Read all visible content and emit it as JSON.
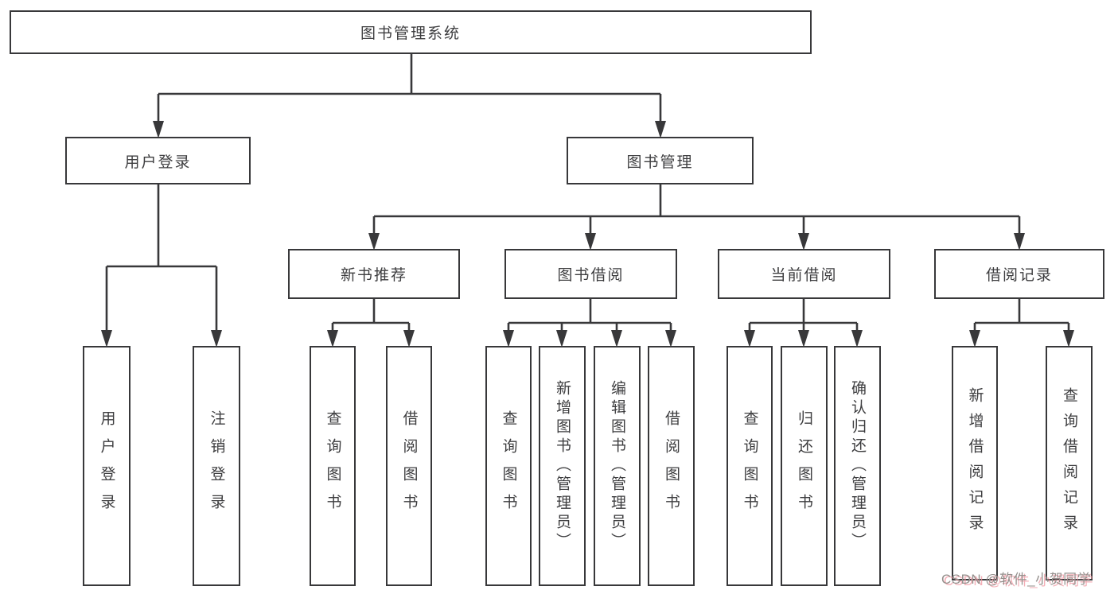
{
  "watermark": {
    "text": "CSDN @软件_小贺同学"
  },
  "colors": {
    "line": "#38383a",
    "text": "#3d3d3f",
    "background": "#ffffff",
    "watermark_gray": "#95908d",
    "watermark_pink": "#f096a0"
  },
  "tree": {
    "root": "图书管理系统",
    "branches": [
      {
        "label": "用户登录",
        "children": [
          {
            "label": "用户登录"
          },
          {
            "label": "注销登录"
          }
        ]
      },
      {
        "label": "图书管理",
        "groups": [
          {
            "label": "新书推荐",
            "children": [
              {
                "label": "查询图书"
              },
              {
                "label": "借阅图书"
              }
            ]
          },
          {
            "label": "图书借阅",
            "children": [
              {
                "label": "查询图书"
              },
              {
                "label": "新增图书（管理员）"
              },
              {
                "label": "编辑图书（管理员）"
              },
              {
                "label": "借阅图书"
              }
            ]
          },
          {
            "label": "当前借阅",
            "children": [
              {
                "label": "查询图书"
              },
              {
                "label": "归还图书"
              },
              {
                "label": "确认归还（管理员）"
              }
            ]
          },
          {
            "label": "借阅记录",
            "children": [
              {
                "label": "新增借阅记录"
              },
              {
                "label": "查询借阅记录"
              }
            ]
          }
        ]
      }
    ]
  }
}
